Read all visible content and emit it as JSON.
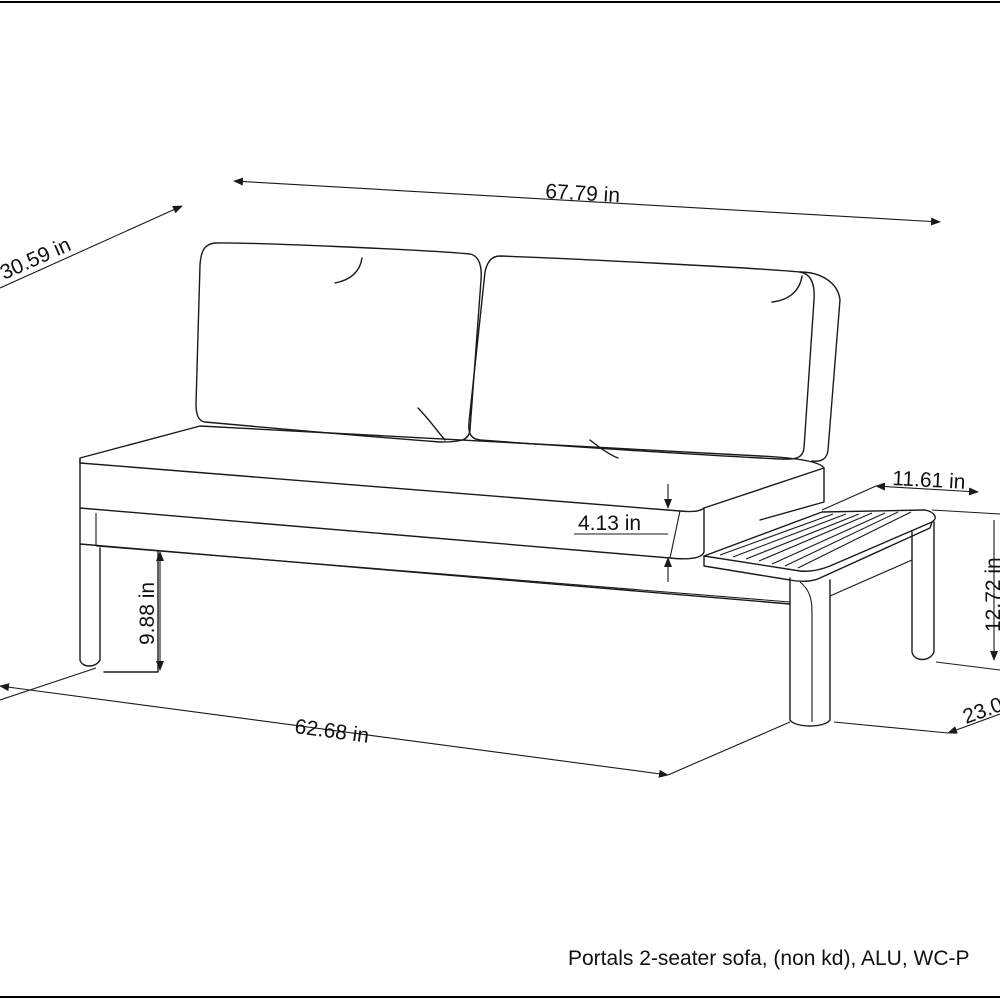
{
  "drawing": {
    "subject": "Portals 2-seater sofa",
    "caption": "Portals 2-seater sofa, (non kd), ALU, WC-P",
    "colors": {
      "background": "#ffffff",
      "line": "#1a1a1a",
      "frame": "#000000"
    }
  },
  "dimensions": {
    "overall_width": "67.79 in",
    "overall_depth": "30.59 in",
    "seat_width": "62.68 in",
    "seat_cushion_thickness": "4.13 in",
    "leg_clearance": "9.88 in",
    "side_table_width": "11.61 in",
    "side_table_height": "12.72 in",
    "side_table_depth": "23.0"
  }
}
